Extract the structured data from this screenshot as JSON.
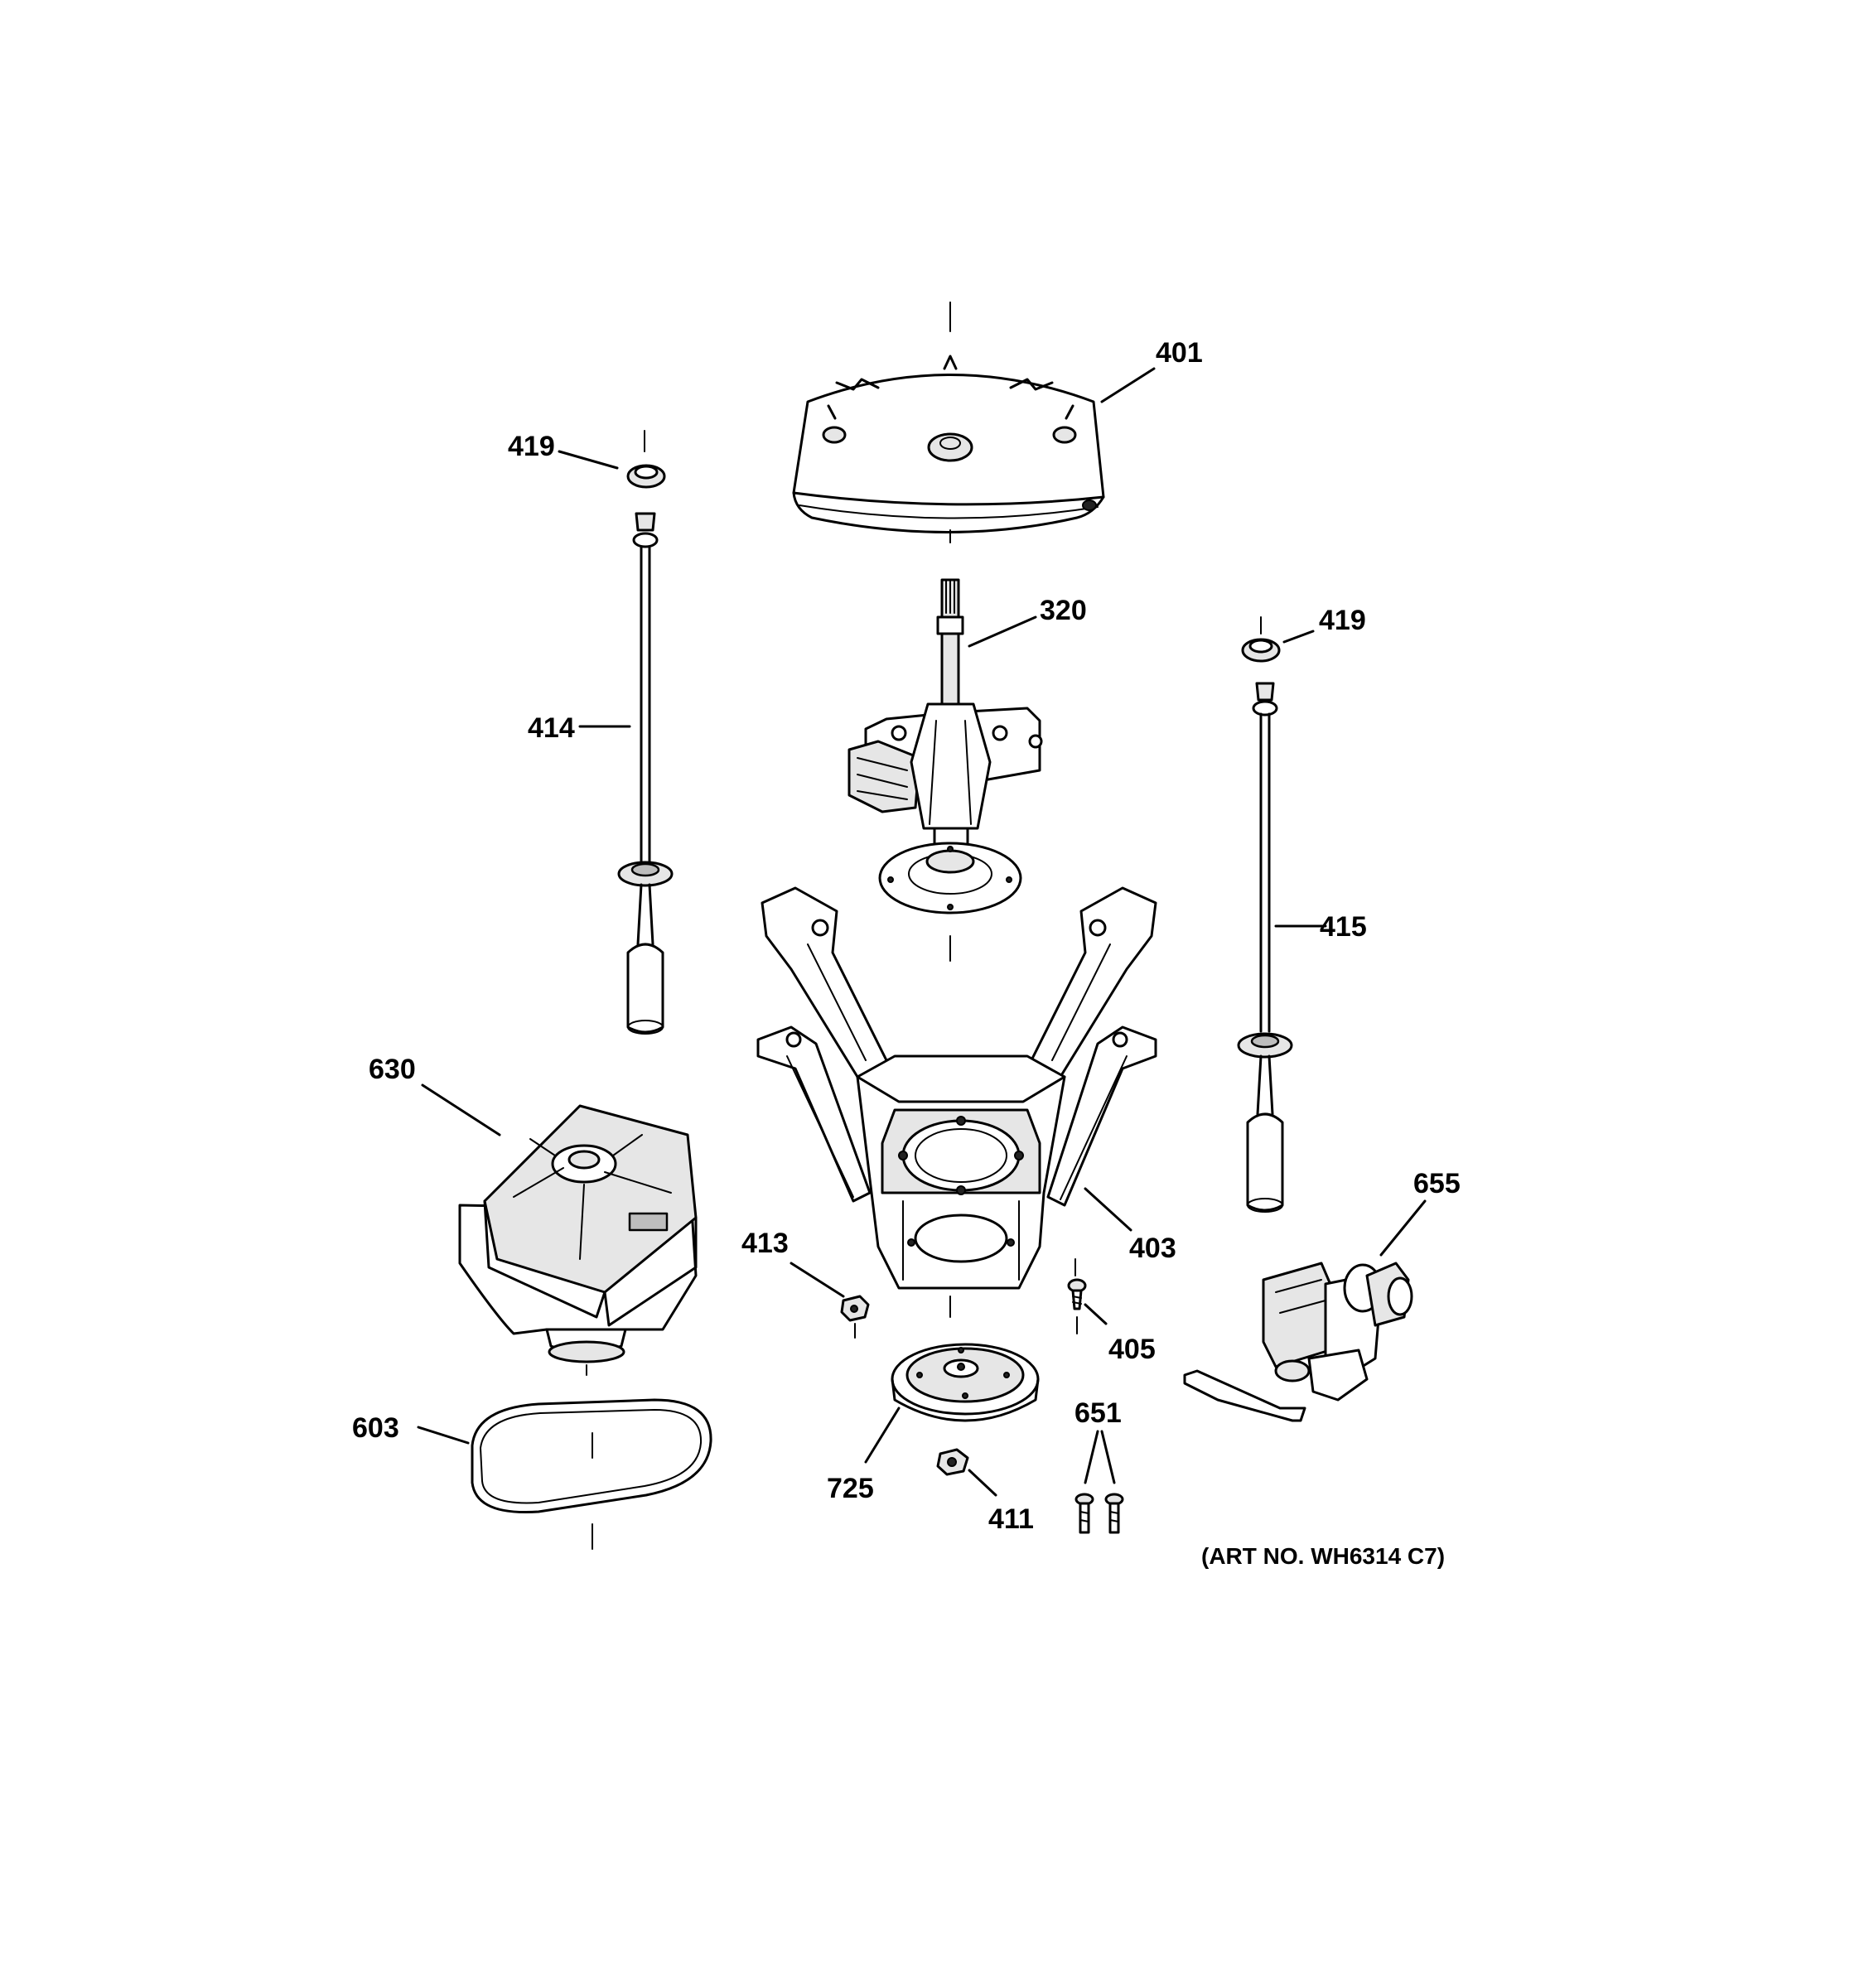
{
  "diagram": {
    "parts": {
      "p401": "401",
      "p419a": "419",
      "p419b": "419",
      "p320": "320",
      "p414": "414",
      "p415": "415",
      "p630": "630",
      "p403": "403",
      "p413": "413",
      "p405": "405",
      "p655": "655",
      "p603": "603",
      "p725": "725",
      "p411": "411",
      "p651": "651"
    },
    "art_number": "(ART NO. WH6314 C7)"
  }
}
